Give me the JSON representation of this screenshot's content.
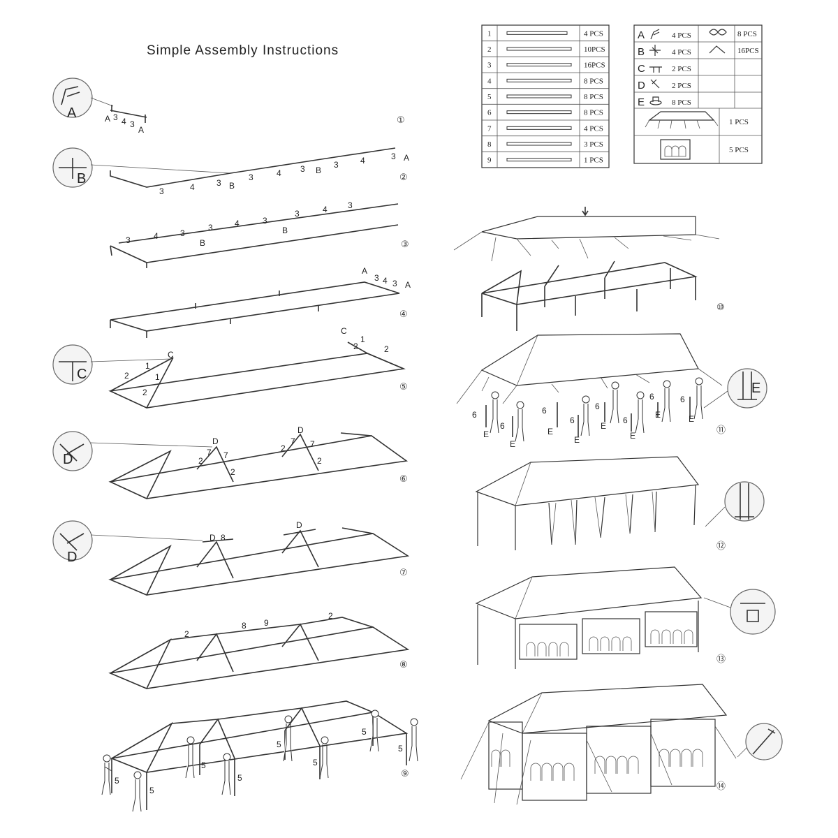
{
  "title": "Simple Assembly Instructions",
  "parts_table": {
    "rows": [
      {
        "num": "1",
        "qty": "4 PCS"
      },
      {
        "num": "2",
        "qty": "10PCS"
      },
      {
        "num": "3",
        "qty": "16PCS"
      },
      {
        "num": "4",
        "qty": "8 PCS"
      },
      {
        "num": "5",
        "qty": "8 PCS"
      },
      {
        "num": "6",
        "qty": "8 PCS"
      },
      {
        "num": "7",
        "qty": "4 PCS"
      },
      {
        "num": "8",
        "qty": "3 PCS"
      },
      {
        "num": "9",
        "qty": "1 PCS"
      }
    ]
  },
  "connectors_table": {
    "rows": [
      {
        "letter": "A",
        "qty": "4 PCS",
        "extra_qty": "8 PCS"
      },
      {
        "letter": "B",
        "qty": "4 PCS",
        "extra_qty": "16PCS"
      },
      {
        "letter": "C",
        "qty": "2 PCS"
      },
      {
        "letter": "D",
        "qty": "2 PCS"
      },
      {
        "letter": "E",
        "qty": "8 PCS"
      }
    ],
    "canopy_qty": "1 PCS",
    "sidewall_qty": "5 PCS"
  },
  "steps": [
    "①",
    "②",
    "③",
    "④",
    "⑤",
    "⑥",
    "⑦",
    "⑧",
    "⑨",
    "⑩",
    "⑪",
    "⑫",
    "⑬",
    "⑭"
  ],
  "labels": {
    "A": "A",
    "B": "B",
    "C": "C",
    "D": "D",
    "E": "E",
    "n1": "1",
    "n2": "2",
    "n3": "3",
    "n4": "4",
    "n5": "5",
    "n6": "6",
    "n7": "7",
    "n8": "8",
    "n9": "9"
  }
}
